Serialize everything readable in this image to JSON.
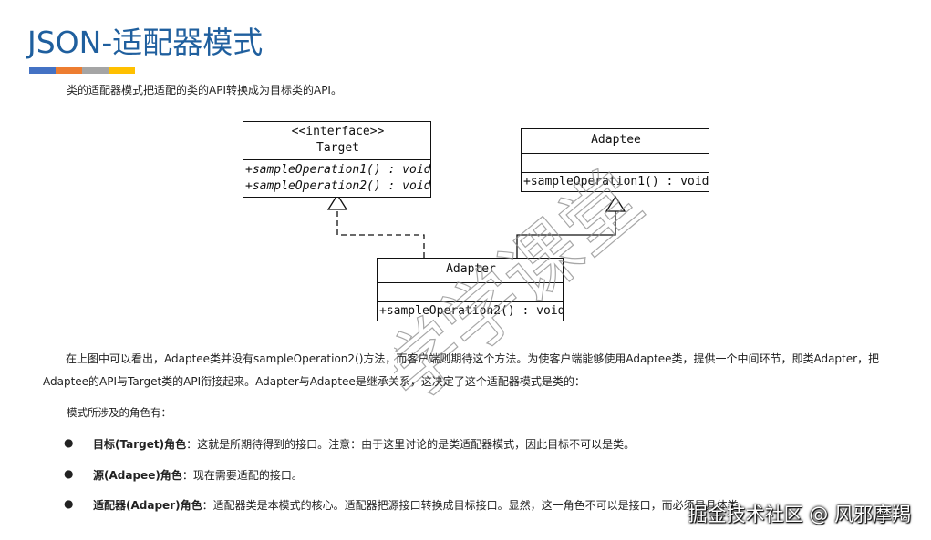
{
  "slide": {
    "title": "JSON-适配器模式",
    "accent_colors": [
      "#4472c4",
      "#ed7d31",
      "#a5a5a5",
      "#ffc000"
    ],
    "intro": "类的适配器模式把适配的类的API转换成为目标类的API。"
  },
  "uml": {
    "target": {
      "stereotype": "<<interface>>",
      "name": "Target",
      "methods": [
        "+sampleOperation1() : void",
        "+sampleOperation2() : void"
      ]
    },
    "adaptee": {
      "name": "Adaptee",
      "methods": [
        "+sampleOperation1() : void"
      ]
    },
    "adapter": {
      "name": "Adapter",
      "methods": [
        "+sampleOperation2() : void"
      ]
    }
  },
  "watermark": {
    "text": "学学课堂"
  },
  "body": {
    "para_line1": "在上图中可以看出，Adaptee类并没有sampleOperation2()方法，而客户端则期待这个方法。为使客户端能够使用Adaptee类，提供一个中间环节，即类Adapter，把",
    "para_line2": "Adaptee的API与Target类的API衔接起来。Adapter与Adaptee是继承关系，这决定了这个适配器模式是类的：",
    "roles_heading": "模式所涉及的角色有：",
    "bullets": [
      {
        "symbol": "●",
        "term": "目标(Target)角色",
        "desc": "：这就是所期待得到的接口。注意：由于这里讨论的是类适配器模式，因此目标不可以是类。"
      },
      {
        "symbol": "●",
        "term": "源(Adapee)角色",
        "desc": "：现在需要适配的接口。"
      },
      {
        "symbol": "●",
        "term": "适配器(Adaper)角色",
        "desc": "：适配器类是本模式的核心。适配器把源接口转换成目标接口。显然，这一角色不可以是接口，而必须是具体类。"
      }
    ]
  },
  "footer": {
    "watermark": "掘金技术社区 @ 风邪摩羯"
  }
}
